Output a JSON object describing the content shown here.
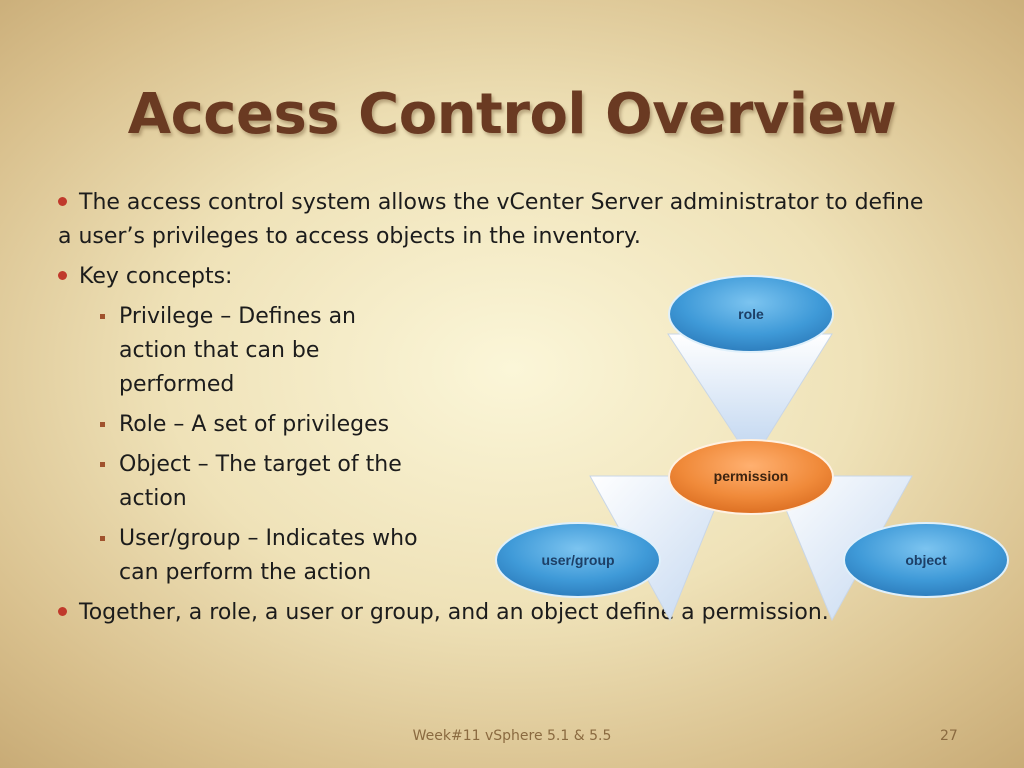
{
  "slide": {
    "title": "Access Control Overview",
    "bullets": [
      {
        "text": "The access control system allows the vCenter Server administrator to define a user’s privileges to access objects in the inventory."
      },
      {
        "text": "Key concepts:"
      },
      {
        "text": "Together, a role, a user or group, and an object define a permission."
      }
    ],
    "sub_bullets": [
      "Privilege – Defines an action that can be performed",
      "Role – A set of privileges",
      "Object – The target of the action",
      "User/group – Indicates who can perform the action"
    ],
    "footer": "Week#11  vSphere 5.1 & 5.5",
    "page_number": "27"
  },
  "diagram": {
    "nodes": {
      "role": "role",
      "permission": "permission",
      "user_group": "user/group",
      "object": "object"
    },
    "colors": {
      "blue_node": "#4aa3de",
      "orange_node": "#f08a3a",
      "triangle_fill": "#dfe9f6"
    }
  }
}
